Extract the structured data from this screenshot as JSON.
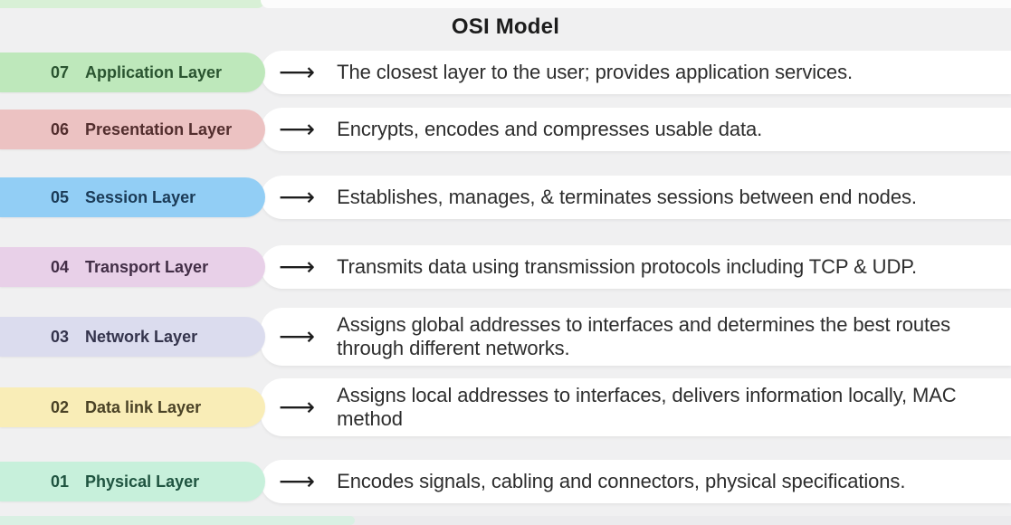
{
  "title": "OSI Model",
  "arrow_glyph": "⟶",
  "colors": {
    "background": "#f0f0f1",
    "card": "#ffffff",
    "description_text": "#2d2d2d",
    "title_text": "#1c1c1c"
  },
  "layers": [
    {
      "number": "07",
      "name": "Application Layer",
      "description": "The closest layer to the user; provides application services.",
      "pill_color": "#bee8bb",
      "label_color": "#2a5430"
    },
    {
      "number": "06",
      "name": "Presentation Layer",
      "description": "Encrypts, encodes and compresses usable data.",
      "pill_color": "#ecc2c2",
      "label_color": "#532e2e"
    },
    {
      "number": "05",
      "name": "Session Layer",
      "description": "Establishes, manages, & terminates sessions between end nodes.",
      "pill_color": "#92cef5",
      "label_color": "#1b3b57"
    },
    {
      "number": "04",
      "name": "Transport Layer",
      "description": "Transmits data using transmission protocols including TCP & UDP.",
      "pill_color": "#e8d0e8",
      "label_color": "#422e46"
    },
    {
      "number": "03",
      "name": "Network Layer",
      "description": "Assigns global addresses to interfaces and determines the best routes through different networks.",
      "pill_color": "#dbdcee",
      "label_color": "#34344c"
    },
    {
      "number": "02",
      "name": "Data link Layer",
      "description": "Assigns local addresses to interfaces, delivers information locally, MAC method",
      "pill_color": "#f9edb7",
      "label_color": "#4a4226"
    },
    {
      "number": "01",
      "name": "Physical Layer",
      "description": "Encodes signals, cabling and connectors, physical specifications.",
      "pill_color": "#c7f0db",
      "label_color": "#1f5440"
    }
  ]
}
